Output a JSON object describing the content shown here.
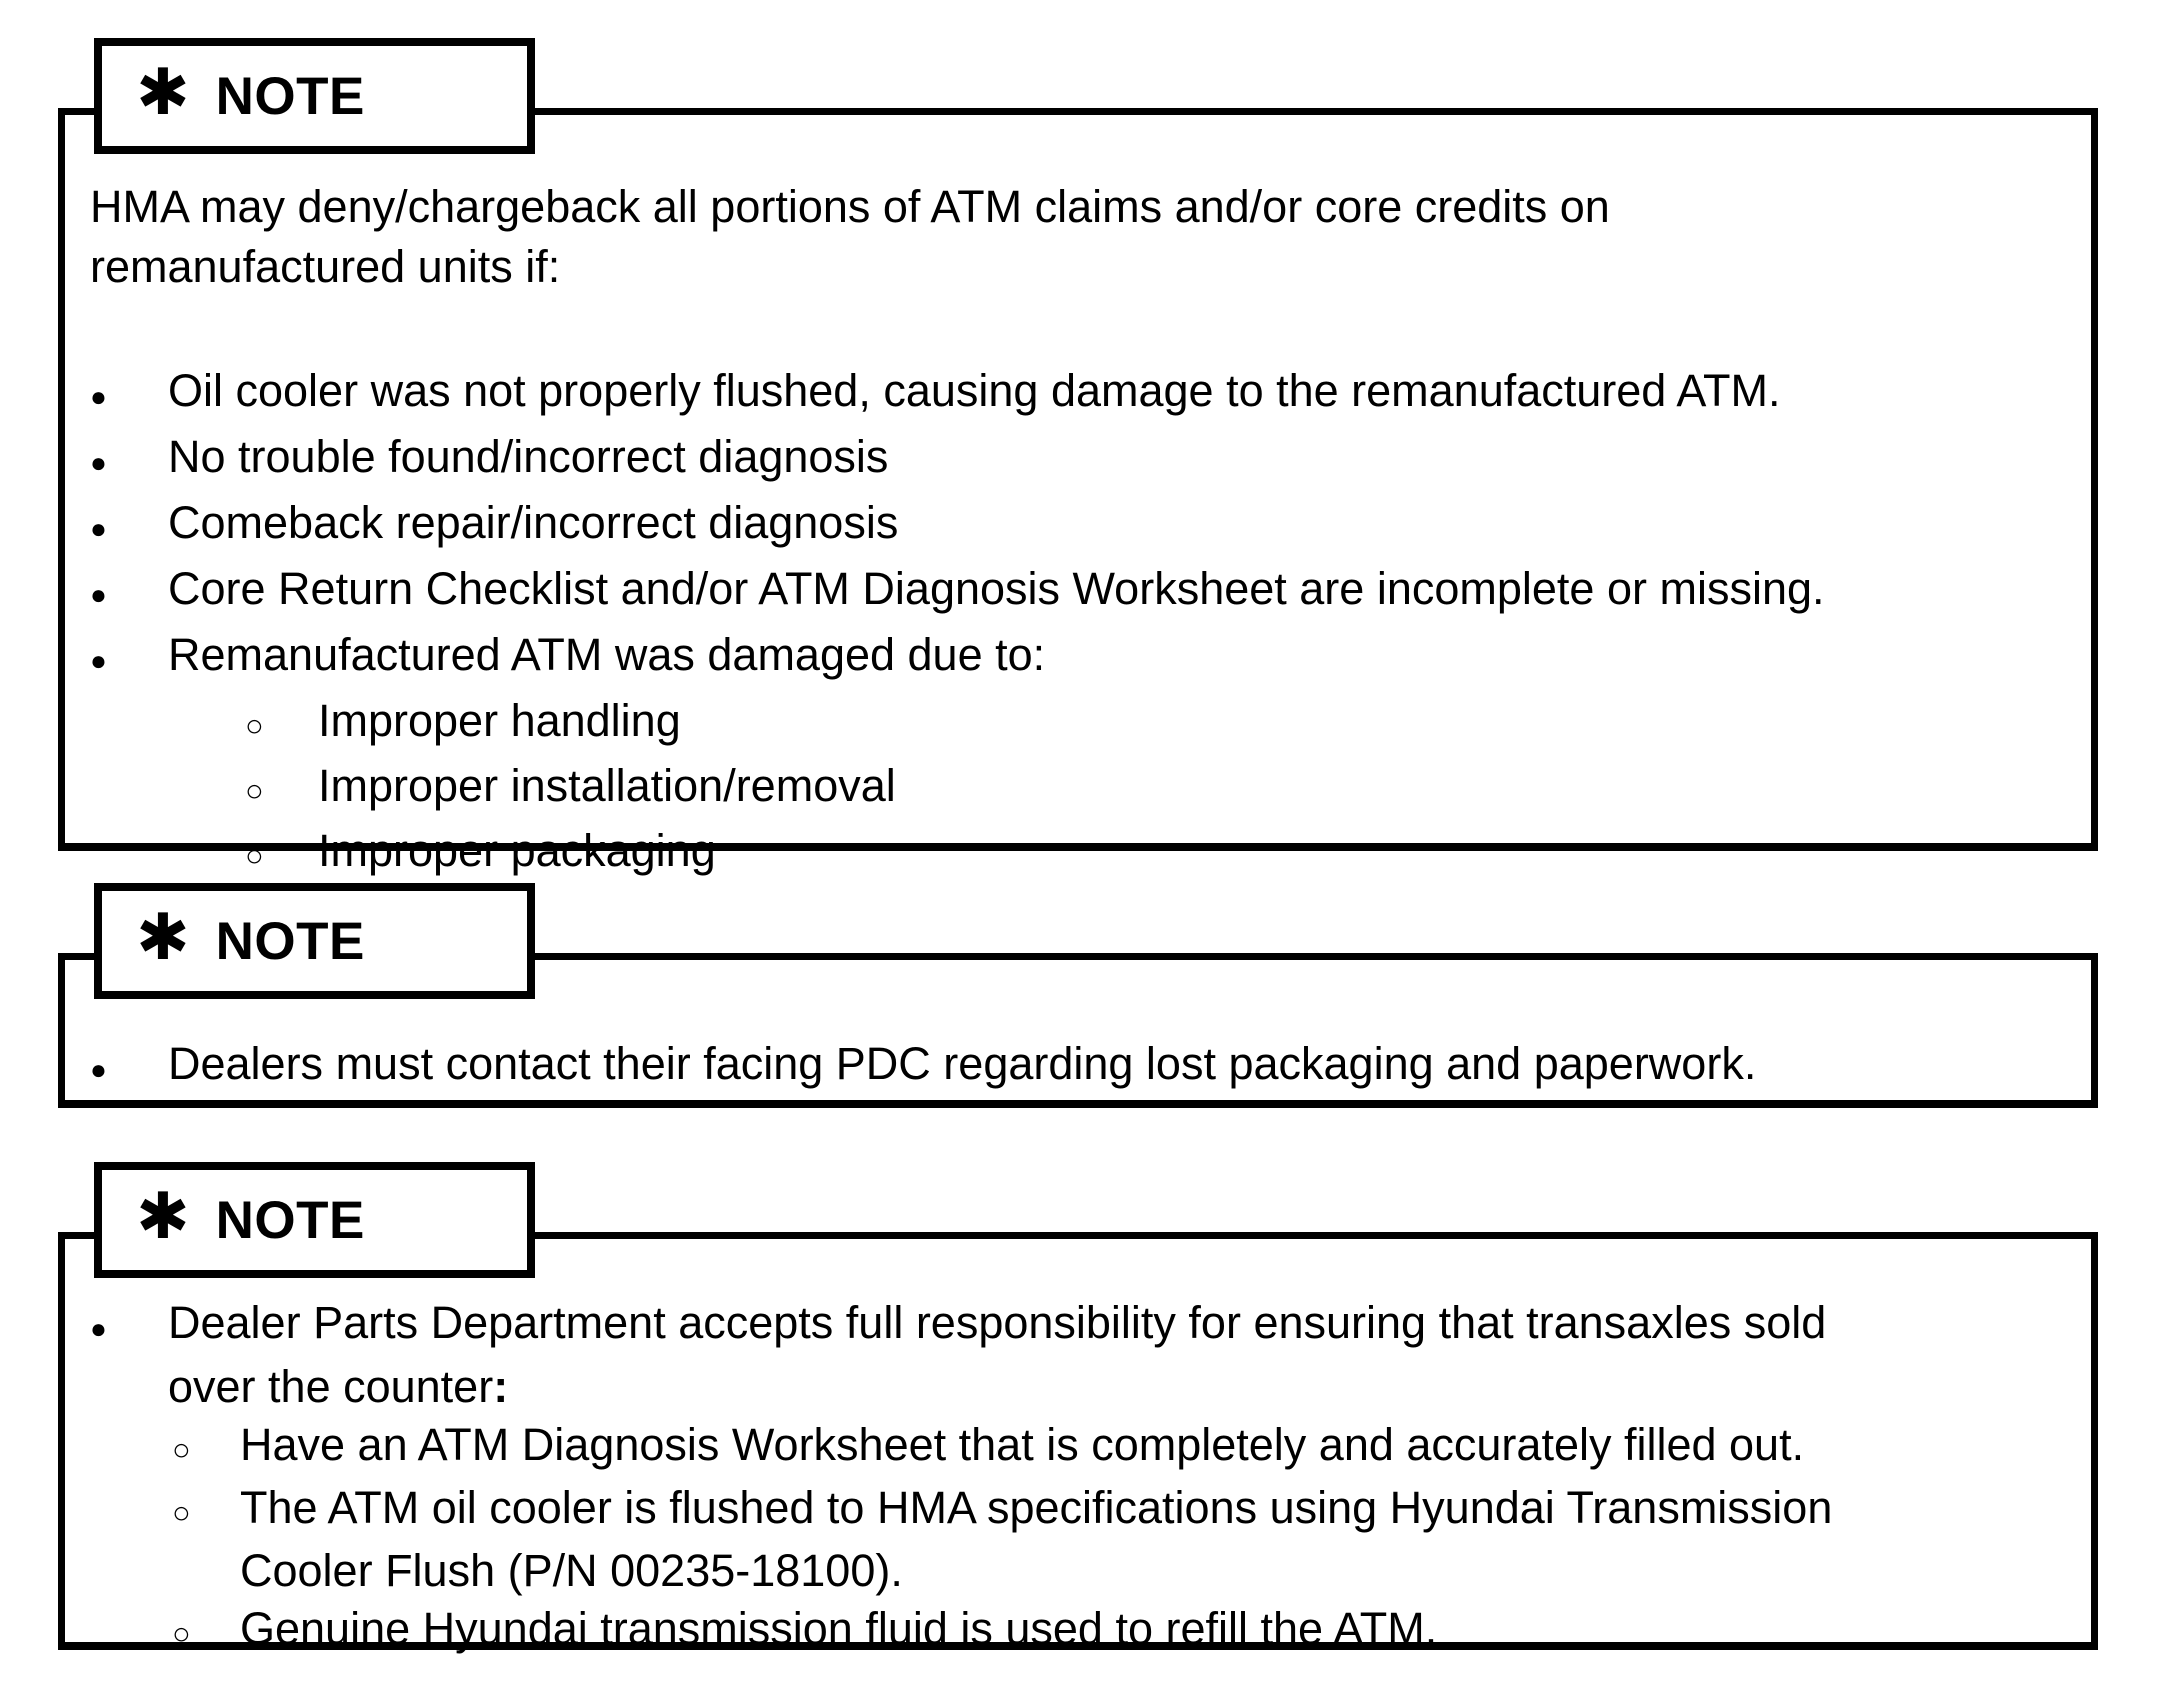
{
  "colors": {
    "ink": "#000000",
    "paper": "#ffffff"
  },
  "glyphs": {
    "note_star": "✱",
    "bullet": "●",
    "circle": "○"
  },
  "note_boxes": [
    {
      "tab_label": "NOTE",
      "intro_lines": [
        "HMA may deny/chargeback all portions of ATM claims and/or core credits on",
        "remanufactured units if:"
      ],
      "bullets": [
        "Oil cooler was not properly flushed, causing damage to the remanufactured ATM.",
        "No trouble found/incorrect diagnosis",
        "Comeback repair/incorrect diagnosis",
        "Core Return Checklist and/or ATM Diagnosis Worksheet are incomplete or missing.",
        "Remanufactured ATM was damaged due to:"
      ],
      "sub_bullets": [
        "Improper handling",
        "Improper installation/removal",
        "Improper packaging"
      ]
    },
    {
      "tab_label": "NOTE",
      "bullets": [
        "Dealers must contact their facing PDC regarding lost packaging and paperwork."
      ]
    },
    {
      "tab_label": "NOTE",
      "bullet_lines": [
        "Dealer Parts Department accepts full responsibility for ensuring that transaxles sold",
        "over the counter"
      ],
      "bullet_colon": ":",
      "sub_bullets": [
        {
          "lines": [
            "Have an ATM Diagnosis Worksheet that is completely and accurately filled out."
          ]
        },
        {
          "lines": [
            "The ATM oil cooler is flushed to HMA specifications using Hyundai Transmission",
            "Cooler Flush (P/N 00235-18100)."
          ]
        },
        {
          "lines": [
            "Genuine Hyundai transmission fluid is used to refill the ATM."
          ]
        }
      ]
    }
  ]
}
